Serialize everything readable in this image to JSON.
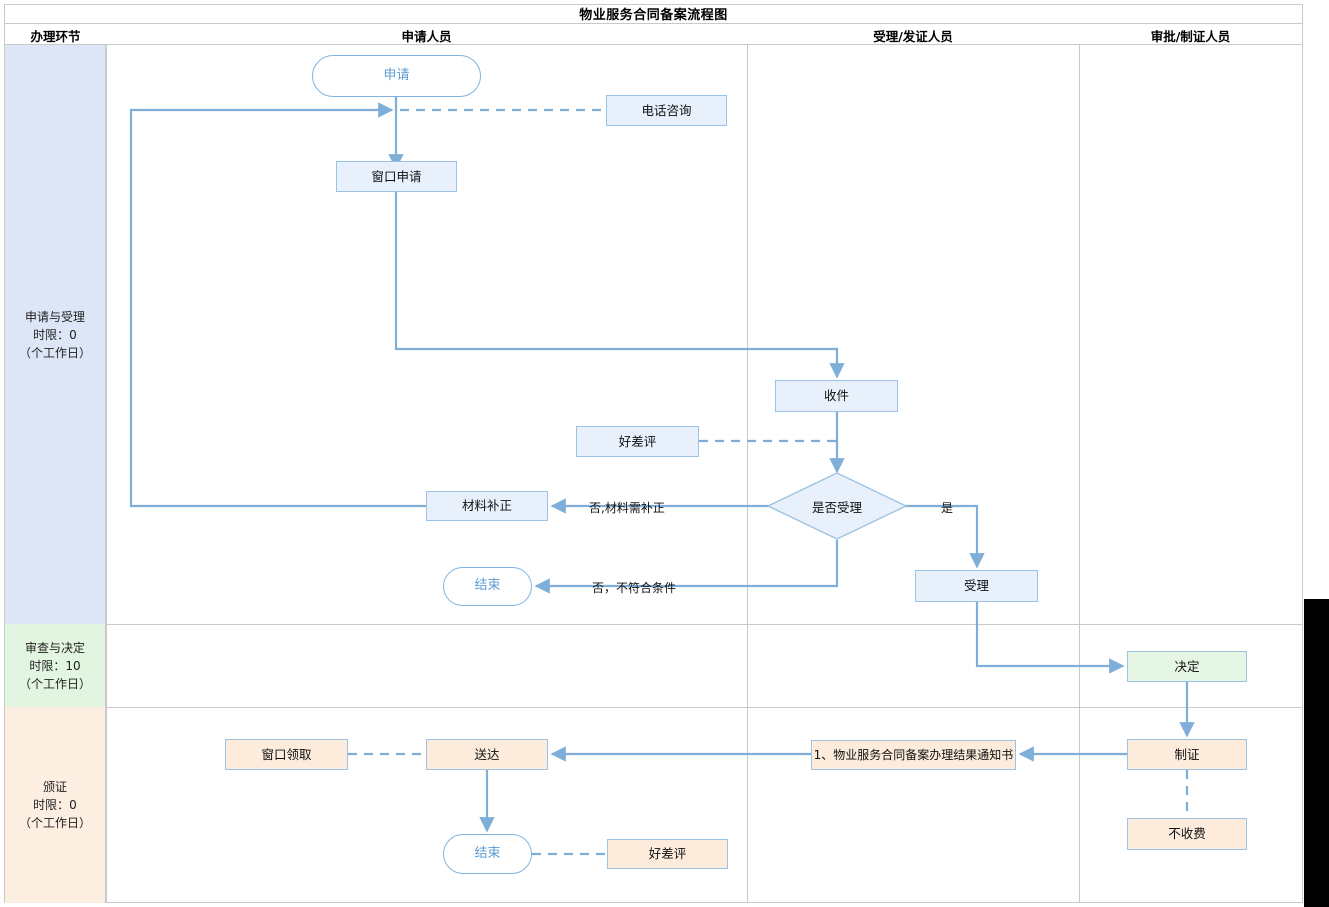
{
  "title": "物业服务合同备案流程图",
  "colors": {
    "flow_line": "#7FAFD8",
    "box_border": "#9cc3e5",
    "box_blue_fill": "#e8f0fb",
    "box_green_fill": "#e6f6e4",
    "box_orange_fill": "#fdecdc",
    "stage_blue": "#dde6f7",
    "stage_green": "#e2f5e1",
    "stage_orange": "#fdeee2",
    "pill_text": "#5b9bd5",
    "grid": "#c9c9c9"
  },
  "header": {
    "columns": [
      {
        "label": "办理环节"
      },
      {
        "label": "申请人员"
      },
      {
        "label": "受理/发证人员"
      },
      {
        "label": "审批/制证人员"
      }
    ]
  },
  "stages": [
    {
      "name": "申请与受理",
      "limit": "时限：0",
      "unit": "（个工作日）"
    },
    {
      "name": "审查与决定",
      "limit": "时限：10",
      "unit": "（个工作日）"
    },
    {
      "name": "颁证",
      "limit": "时限：0",
      "unit": "（个工作日）"
    }
  ],
  "nodes": {
    "apply": "申请",
    "phone_consult": "电话咨询",
    "window_apply": "窗口申请",
    "receive": "收件",
    "review_1": "好差评",
    "decision": "是否受理",
    "material_fix": "材料补正",
    "end_1": "结束",
    "accept": "受理",
    "decide": "决定",
    "make_cert": "制证",
    "no_fee": "不收费",
    "notice": "1、物业服务合同备案办理结果通知书",
    "deliver": "送达",
    "window_pickup": "窗口领取",
    "end_2": "结束",
    "review_2": "好差评"
  },
  "edge_labels": {
    "need_fix": "否,材料需补正",
    "not_qualified": "否，不符合条件",
    "yes": "是"
  },
  "chart_data": {
    "type": "diagram",
    "diagram_kind": "swimlane-flowchart",
    "lanes": [
      "办理环节",
      "申请人员",
      "受理/发证人员",
      "审批/制证人员"
    ],
    "rows": [
      "申请与受理 时限：0（个工作日）",
      "审查与决定 时限：10（个工作日）",
      "颁证 时限：0（个工作日）"
    ],
    "steps": [
      {
        "id": "apply",
        "label": "申请",
        "shape": "terminator",
        "lane": "申请人员",
        "row": 1
      },
      {
        "id": "phone_consult",
        "label": "电话咨询",
        "shape": "rect",
        "lane": "申请人员",
        "row": 1
      },
      {
        "id": "window_apply",
        "label": "窗口申请",
        "shape": "rect",
        "lane": "申请人员",
        "row": 1
      },
      {
        "id": "receive",
        "label": "收件",
        "shape": "rect",
        "lane": "受理/发证人员",
        "row": 1
      },
      {
        "id": "review_1",
        "label": "好差评",
        "shape": "rect",
        "lane": "申请人员",
        "row": 1
      },
      {
        "id": "decision",
        "label": "是否受理",
        "shape": "diamond",
        "lane": "受理/发证人员",
        "row": 1
      },
      {
        "id": "material_fix",
        "label": "材料补正",
        "shape": "rect",
        "lane": "申请人员",
        "row": 1
      },
      {
        "id": "end_1",
        "label": "结束",
        "shape": "terminator",
        "lane": "申请人员",
        "row": 1
      },
      {
        "id": "accept",
        "label": "受理",
        "shape": "rect",
        "lane": "受理/发证人员",
        "row": 1
      },
      {
        "id": "decide",
        "label": "决定",
        "shape": "rect",
        "lane": "审批/制证人员",
        "row": 2
      },
      {
        "id": "make_cert",
        "label": "制证",
        "shape": "rect",
        "lane": "审批/制证人员",
        "row": 3
      },
      {
        "id": "no_fee",
        "label": "不收费",
        "shape": "rect",
        "lane": "审批/制证人员",
        "row": 3
      },
      {
        "id": "notice",
        "label": "1、物业服务合同备案办理结果通知书",
        "shape": "rect",
        "lane": "受理/发证人员",
        "row": 3
      },
      {
        "id": "deliver",
        "label": "送达",
        "shape": "rect",
        "lane": "申请人员",
        "row": 3
      },
      {
        "id": "window_pickup",
        "label": "窗口领取",
        "shape": "rect",
        "lane": "申请人员",
        "row": 3
      },
      {
        "id": "end_2",
        "label": "结束",
        "shape": "terminator",
        "lane": "申请人员",
        "row": 3
      },
      {
        "id": "review_2",
        "label": "好差评",
        "shape": "rect",
        "lane": "申请人员",
        "row": 3
      }
    ],
    "edges": [
      {
        "from": "apply",
        "to": "window_apply",
        "style": "solid",
        "label": ""
      },
      {
        "from": "apply",
        "to": "phone_consult",
        "style": "dashed",
        "label": ""
      },
      {
        "from": "window_apply",
        "to": "receive",
        "style": "solid",
        "label": ""
      },
      {
        "from": "receive",
        "to": "decision",
        "style": "solid",
        "label": ""
      },
      {
        "from": "review_1",
        "to": "receive",
        "style": "dashed",
        "label": ""
      },
      {
        "from": "decision",
        "to": "material_fix",
        "style": "solid",
        "label": "否,材料需补正"
      },
      {
        "from": "decision",
        "to": "end_1",
        "style": "solid",
        "label": "否，不符合条件"
      },
      {
        "from": "decision",
        "to": "accept",
        "style": "solid",
        "label": "是"
      },
      {
        "from": "material_fix",
        "to": "window_apply",
        "style": "solid",
        "label": ""
      },
      {
        "from": "accept",
        "to": "decide",
        "style": "solid",
        "label": ""
      },
      {
        "from": "decide",
        "to": "make_cert",
        "style": "solid",
        "label": ""
      },
      {
        "from": "make_cert",
        "to": "no_fee",
        "style": "dashed",
        "label": ""
      },
      {
        "from": "make_cert",
        "to": "notice",
        "style": "solid",
        "label": ""
      },
      {
        "from": "notice",
        "to": "deliver",
        "style": "solid",
        "label": ""
      },
      {
        "from": "window_pickup",
        "to": "deliver",
        "style": "dashed",
        "label": ""
      },
      {
        "from": "deliver",
        "to": "end_2",
        "style": "solid",
        "label": ""
      },
      {
        "from": "end_2",
        "to": "review_2",
        "style": "dashed",
        "label": ""
      }
    ]
  }
}
